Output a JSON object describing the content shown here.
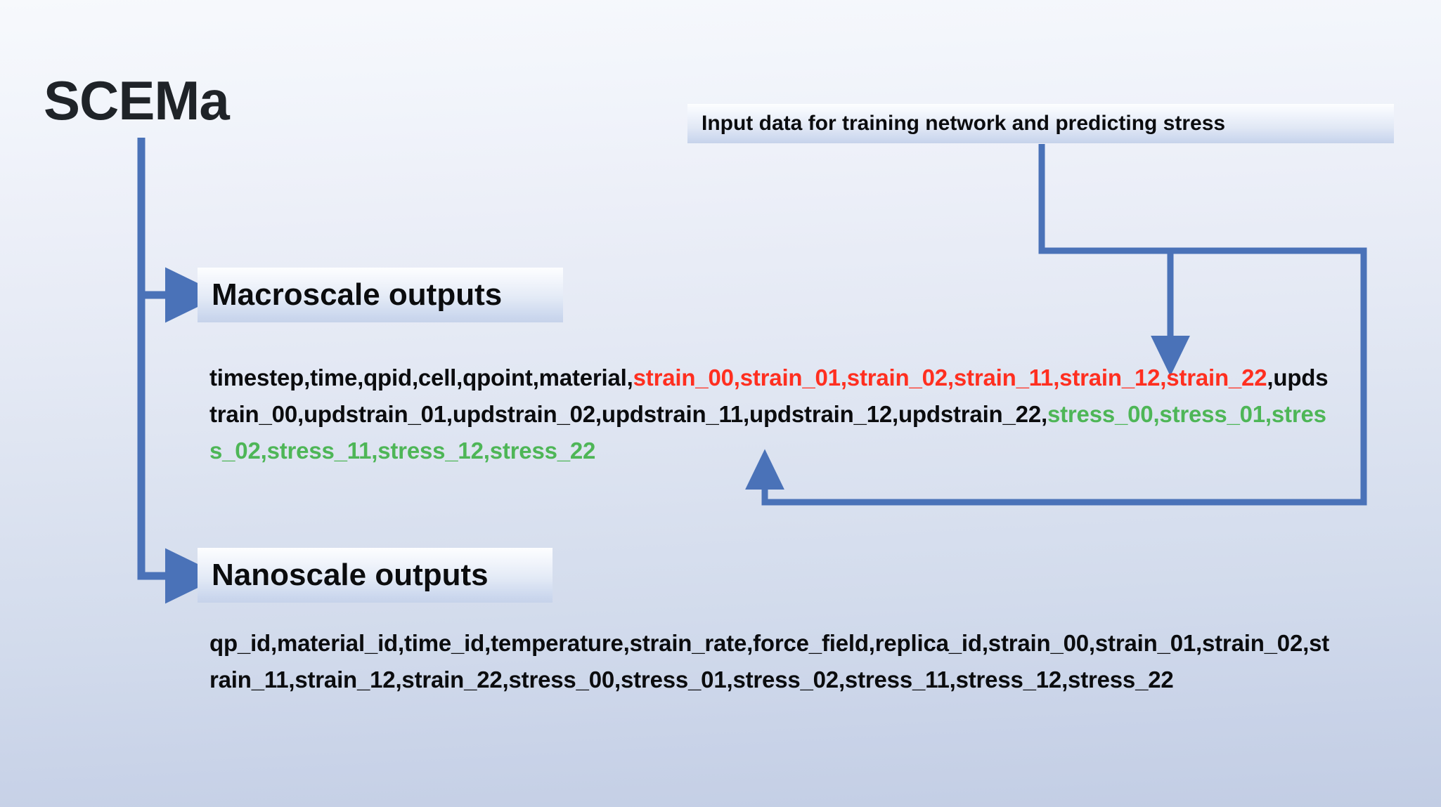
{
  "title": "SCEMa",
  "boxes": {
    "input": "Input data for training network and predicting stress",
    "macroscale": "Macroscale outputs",
    "nanoscale": "Nanoscale outputs"
  },
  "colors": {
    "arrow_blue": "#4a72b8",
    "strain_red": "#ff2f20",
    "stress_green": "#4eb657",
    "text_black": "#0b0c0e",
    "background_top": "#f7f9fc",
    "background_bottom": "#c2cde4"
  },
  "macroscale_csv": {
    "full_text": "timestep,time,qpid,cell,qpoint,material,strain_00,strain_01,strain_02,strain_11,strain_12,strain_22,updstrain_00,updstrain_01,updstrain_02,updstrain_11,updstrain_12,updstrain_22,stress_00,stress_01,stress_02,stress_11,stress_12,stress_22",
    "segments": [
      {
        "text": "timestep,time,qpid,cell,qpoint,material,",
        "color": "black"
      },
      {
        "text": "strain_00,strain_01,strain_02,strain_11,strain_12,strain_22",
        "color": "red"
      },
      {
        "text": ",updstrain_00,updstrain_01,updstrain_02,updstrain_11,updstrain_12,updstrain_22,",
        "color": "black"
      },
      {
        "text": "stress_00,stress_01,stress_02,stress_11,stress_12,stress_22",
        "color": "green"
      }
    ]
  },
  "nanoscale_csv": {
    "full_text": "qp_id,material_id,time_id,temperature,strain_rate,force_field,replica_id,strain_00,strain_01,strain_02,strain_11,strain_12,strain_22,stress_00,stress_01,stress_02,stress_11,stress_12,stress_22",
    "segments": [
      {
        "text": "qp_id,material_id,time_id,temperature,strain_rate,force_field,replica_id,strain_00,strain_01,strain_02,strain_11,strain_12,strain_22,stress_00,stress_01,stress_02,stress_11,stress_12,stress_22",
        "color": "black"
      }
    ]
  },
  "connectors": [
    {
      "name": "title-to-macroscale",
      "from": "SCEMa",
      "to": "Macroscale outputs"
    },
    {
      "name": "title-to-nanoscale",
      "from": "SCEMa",
      "to": "Nanoscale outputs"
    },
    {
      "name": "input-to-macroscale-strain",
      "from": "Input data for training network and predicting stress",
      "to": "strain columns"
    },
    {
      "name": "stress-return-to-macroscale",
      "from": "Input data for training network and predicting stress",
      "to": "stress columns"
    }
  ]
}
